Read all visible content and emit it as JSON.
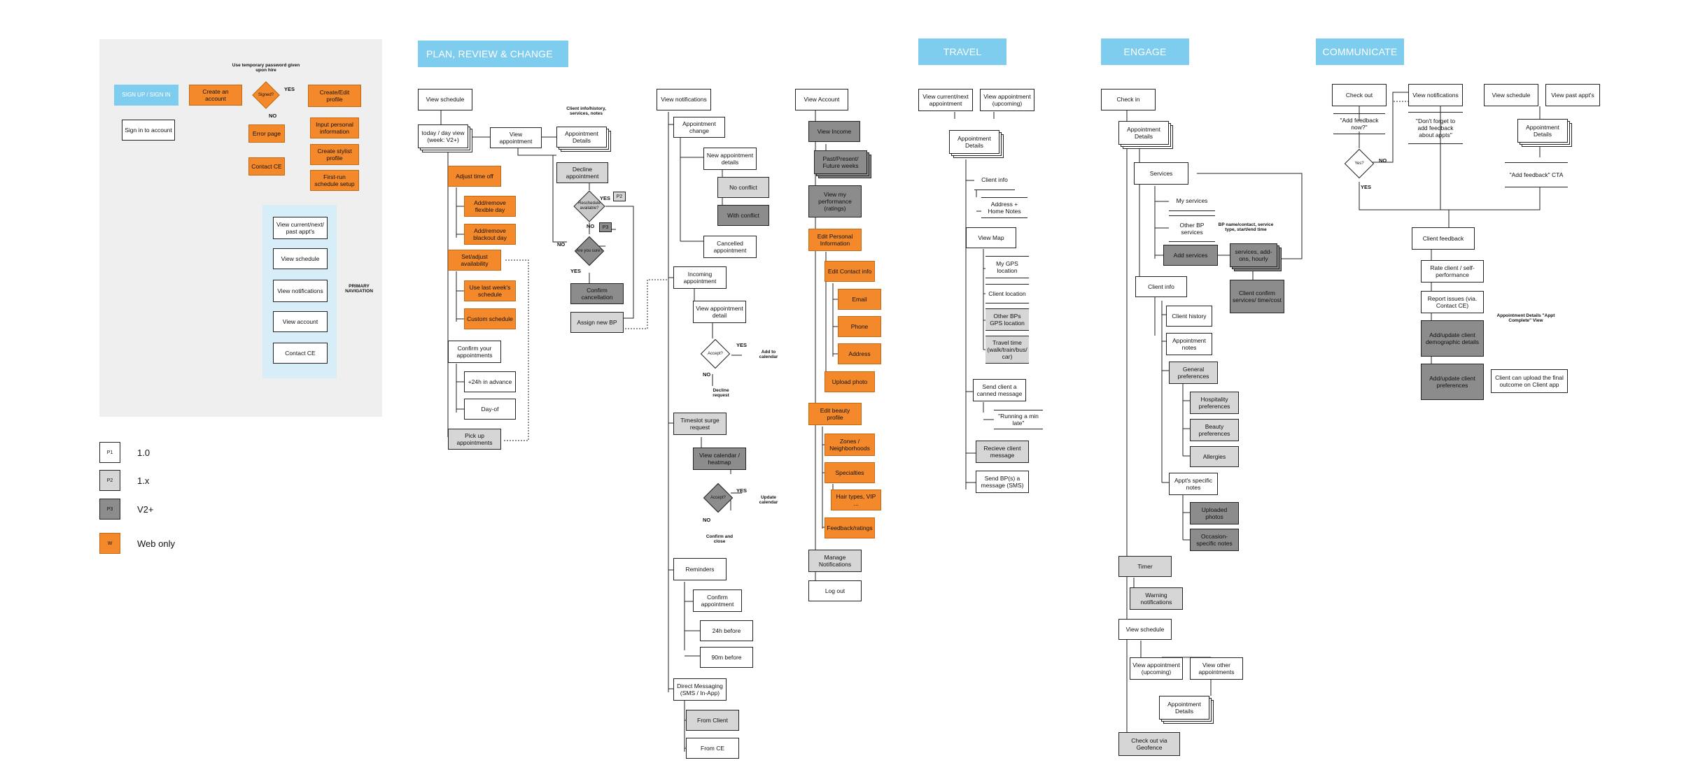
{
  "headers": {
    "plan": "PLAN, REVIEW & CHANGE",
    "travel": "TRAVEL",
    "engage": "ENGAGE",
    "communicate": "COMMUNICATE"
  },
  "onboarding": {
    "signup": "SIGN UP / SIGN IN",
    "create_account": "Create an account",
    "temp_password_note": "Use temporary password given upon hire",
    "signed_q": "Signed?",
    "yes": "YES",
    "no": "NO",
    "create_edit_profile": "Create/Edit profile",
    "sign_in_account": "Sign in to account",
    "error_page": "Error page",
    "contact_ce": "Contact CE",
    "input_personal": "Input personal information",
    "create_stylist": "Create stylist profile",
    "first_run": "First-run schedule setup",
    "nav_items": [
      "View current/next/ past appt's",
      "View schedule",
      "View notifications",
      "View account",
      "Contact CE"
    ],
    "primary_nav": "PRIMARY NAVIGATION"
  },
  "legend": [
    {
      "code": "P1",
      "label": "1.0"
    },
    {
      "code": "P2",
      "label": "1.x"
    },
    {
      "code": "P3",
      "label": "V2+"
    },
    {
      "code": "W",
      "label": "Web only"
    }
  ],
  "schedule": {
    "view_schedule": "View schedule",
    "today_view": "today / day view (week: V2+)",
    "view_appointment": "View appointment",
    "client_info_note": "Client info/history, services, notes",
    "appointment_details": "Appointment Details",
    "decline_appointment": "Decline appointment",
    "reschedule_q": "Reschedule available?",
    "p2": "P2",
    "p3": "P3",
    "yes": "YES",
    "no": "NO",
    "are_you_sure_q": "Are you sure?",
    "confirm_cancellation": "Confirm cancellation",
    "assign_new_bp": "Assign new BP",
    "adjust_time_off": "Adjust time off",
    "add_remove_flex": "Add/remove flexible day",
    "add_remove_blackout": "Add/remove blackout day",
    "set_adjust_availability": "Set/adjust availability",
    "use_last_week": "Use last week's schedule",
    "custom_schedule": "Custom schedule",
    "confirm_your_appointments": "Confirm your appointments",
    "advance_24h": "+24h in advance",
    "day_of": "Day-of",
    "pick_up_appointments": "Pick up appointments"
  },
  "notifications": {
    "view_notifications": "View notifications",
    "appointment_change": "Appointment change",
    "new_appointment_details": "New appointment details",
    "no_conflict": "No conflict",
    "with_conflict": "With conflict",
    "cancelled_appointment": "Cancelled appointment",
    "incoming_appointment": "Incoming appointment",
    "view_appointment_detail": "View appointment detail",
    "accept_q": "Accept?",
    "yes": "YES",
    "no": "NO",
    "add_to_calendar": "Add to calendar",
    "decline_request": "Decline request",
    "timeslot_surge": "Timeslot surge request",
    "view_calendar_heatmap": "View calendar / heatmap",
    "accept_q2": "Accept?",
    "update_calendar": "Update calendar",
    "confirm_and_close": "Confirm and close",
    "reminders": "Reminders",
    "confirm_appointment": "Confirm appointment",
    "before_24h": "24h before",
    "before_90m": "90m before",
    "direct_messaging": "Direct Messaging (SMS / In-App)",
    "from_client": "From Client",
    "from_ce": "From CE"
  },
  "account": {
    "view_account": "View Account",
    "view_income": "View Income",
    "past_present_future": "Past/Present/ Future weeks",
    "view_performance": "View my performance (ratings)",
    "edit_personal": "Edit Personal Information",
    "edit_contact": "Edit Contact info",
    "email": "Email",
    "phone": "Phone",
    "address": "Address",
    "upload_photo": "Upload photo",
    "edit_beauty": "Edit beauty profile",
    "zones": "Zones / Neighborhoods",
    "specialties": "Specialties",
    "hair_types": "Hair types, VIP ...",
    "feedback_ratings": "Feedback/ratings",
    "manage_notifications": "Manage Notifications",
    "log_out": "Log out"
  },
  "travel": {
    "view_current_next": "View current/next appointment",
    "view_upcoming": "View appointment (upcoming)",
    "appointment_details": "Appointment Details",
    "client_info": "Client info",
    "address_home_notes": "Address + Home Notes",
    "view_map": "View Map",
    "my_gps": "My GPS location",
    "client_location": "Client location",
    "other_bps_gps": "Other BPs GPS location",
    "travel_time": "Travel time (walk/train/bus/ car)",
    "send_canned": "Send client a canned message",
    "running_late": "\"Running a min late\"",
    "receive_client_message": "Recieve client message",
    "send_bp_message": "Send BP(s) a message (SMS)"
  },
  "engage": {
    "check_in": "Check in",
    "appointment_details": "Appointment Details",
    "services": "Services",
    "my_services": "My services",
    "other_bp_services": "Other BP services",
    "add_services": "Add services",
    "bp_note": "BP name/contact, service type, start/end time",
    "services_addons": "services, add-ons, hourly",
    "client_confirm": "Client confirm services/ time/cost",
    "client_info": "Client info",
    "client_history": "Client history",
    "appointment_notes": "Appointment notes",
    "general_prefs": "General preferences",
    "hospitality_prefs": "Hospitality preferences",
    "beauty_prefs": "Beauty preferences",
    "allergies": "Allergies",
    "appt_specific_notes": "Appt's specific notes",
    "uploaded_photos": "Uploaded photos",
    "occasion_notes": "Occasion-specific notes",
    "timer": "Timer",
    "warning_notifications": "Warning notifications",
    "view_schedule": "View schedule",
    "view_appointment_upcoming": "View appointment (upcoming)",
    "view_other_appointments": "View other appointments",
    "appointment_details2": "Appointment Details",
    "check_out_geofence": "Check out via Geofence"
  },
  "communicate": {
    "check_out": "Check out",
    "add_feedback_now": "\"Add feedback now?\"",
    "yes_q": "Yes?",
    "yes": "YES",
    "no": "NO",
    "view_notifications": "View notifications",
    "dont_forget": "\"Don't forget to add feedback about appts\"",
    "view_schedule": "View schedule",
    "view_past_appts": "View past appt's",
    "appointment_details": "Appointment Details",
    "add_feedback_cta": "\"Add feedback\" CTA",
    "client_feedback": "Client feedback",
    "rate_client": "Rate client / self-performance",
    "report_issues": "Report issues (via. Contact CE)",
    "add_demographic": "Add/update client demographic details",
    "add_preferences": "Add/update client preferences",
    "appt_complete_note": "Appointment Details \"Appt Complete\" View",
    "client_upload": "Client can upload the final outcome on Client app"
  }
}
